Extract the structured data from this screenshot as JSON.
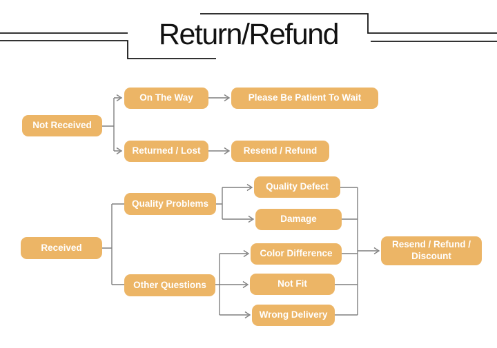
{
  "title": "Return/Refund",
  "colors": {
    "node_fill": "#ecb566",
    "node_text": "#ffffff",
    "connector": "#7f7f7f",
    "frame": "#161616"
  },
  "nodes": [
    {
      "id": "not-received",
      "label": "Not Received"
    },
    {
      "id": "on-the-way",
      "label": "On The Way"
    },
    {
      "id": "please-be-patient",
      "label": "Please Be Patient To Wait"
    },
    {
      "id": "returned-lost",
      "label": "Returned / Lost"
    },
    {
      "id": "resend-refund",
      "label": "Resend / Refund"
    },
    {
      "id": "received",
      "label": "Received"
    },
    {
      "id": "quality-problems",
      "label": "Quality Problems"
    },
    {
      "id": "quality-defect",
      "label": "Quality Defect"
    },
    {
      "id": "damage",
      "label": "Damage"
    },
    {
      "id": "other-questions",
      "label": "Other Questions"
    },
    {
      "id": "color-difference",
      "label": "Color Difference"
    },
    {
      "id": "not-fit",
      "label": "Not Fit"
    },
    {
      "id": "wrong-delivery",
      "label": "Wrong Delivery"
    },
    {
      "id": "resend-refund-discount",
      "label": "Resend / Refund / Discount"
    }
  ],
  "edges": [
    {
      "from": "Not Received",
      "to": "On The Way"
    },
    {
      "from": "Not Received",
      "to": "Returned / Lost"
    },
    {
      "from": "On The Way",
      "to": "Please Be Patient To Wait"
    },
    {
      "from": "Returned / Lost",
      "to": "Resend / Refund"
    },
    {
      "from": "Received",
      "to": "Quality Problems"
    },
    {
      "from": "Received",
      "to": "Other Questions"
    },
    {
      "from": "Quality Problems",
      "to": "Quality Defect"
    },
    {
      "from": "Quality Problems",
      "to": "Damage"
    },
    {
      "from": "Other Questions",
      "to": "Color Difference"
    },
    {
      "from": "Other Questions",
      "to": "Not Fit"
    },
    {
      "from": "Other Questions",
      "to": "Wrong Delivery"
    },
    {
      "from": "Quality Defect",
      "to": "Resend / Refund / Discount"
    },
    {
      "from": "Damage",
      "to": "Resend / Refund / Discount"
    },
    {
      "from": "Color Difference",
      "to": "Resend / Refund / Discount"
    },
    {
      "from": "Not Fit",
      "to": "Resend / Refund / Discount"
    },
    {
      "from": "Wrong Delivery",
      "to": "Resend / Refund / Discount"
    }
  ]
}
